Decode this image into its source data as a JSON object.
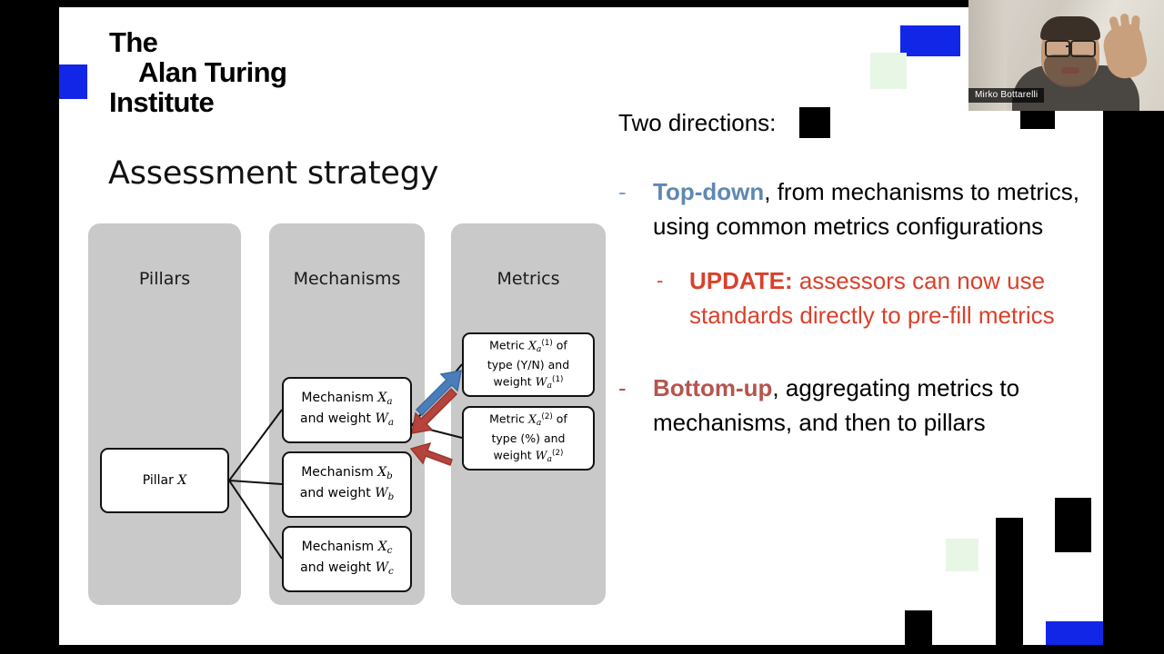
{
  "slide": {
    "logo": {
      "line1": "The",
      "line2": "Alan Turing",
      "line3": "Institute"
    },
    "title": "Assessment strategy",
    "diagram": {
      "columns": [
        {
          "label": "Pillars"
        },
        {
          "label": "Mechanisms"
        },
        {
          "label": "Metrics"
        }
      ],
      "pillar": {
        "label": "Pillar X"
      },
      "mechanisms": [
        {
          "line1_prefix": "Mechanism ",
          "var": "X",
          "sub": "a",
          "line2_prefix": "and weight ",
          "wvar": "W",
          "wsub": "a"
        },
        {
          "line1_prefix": "Mechanism ",
          "var": "X",
          "sub": "b",
          "line2_prefix": "and weight ",
          "wvar": "W",
          "wsub": "b"
        },
        {
          "line1_prefix": "Mechanism ",
          "var": "X",
          "sub": "c",
          "line2_prefix": "and weight ",
          "wvar": "W",
          "wsub": "c"
        }
      ],
      "metrics": [
        {
          "l1a": "Metric ",
          "var": "X",
          "sub": "a",
          "sup": "(1)",
          "l1b": " of",
          "l2": "type (Y/N) and",
          "l3a": "weight ",
          "wvar": "W",
          "wsub": "a",
          "wsup": "(1)"
        },
        {
          "l1a": "Metric ",
          "var": "X",
          "sub": "a",
          "sup": "(2)",
          "l1b": " of",
          "l2": "type (%) and",
          "l3a": "weight ",
          "wvar": "W",
          "wsub": "a",
          "wsup": "(2)"
        }
      ],
      "arrows": {
        "top_down_color": "#4A7EBB",
        "bottom_up_color": "#B5443C"
      }
    },
    "body": {
      "lead": "Two directions:",
      "bullets": [
        {
          "dash": "-",
          "keyword": "Top-down",
          "rest": ", from mechanisms to metrics, using common metrics configurations",
          "keyword_color": "#5f88b4"
        },
        {
          "dash": "-",
          "keyword": "UPDATE:",
          "rest": " assessors can now use standards directly to pre-fill metrics",
          "keyword_color": "#d9412b"
        },
        {
          "dash": "-",
          "keyword": "Bottom-up",
          "rest": ", aggregating metrics to mechanisms, and then to pillars",
          "keyword_color": "#b5554e"
        }
      ]
    }
  },
  "webcam": {
    "participant_name": "Mirko Bottarelli"
  },
  "colors": {
    "brand_blue": "#1226E8",
    "column_grey": "#c9c9c9",
    "frame_black": "#000000",
    "faint_green": "#e8f6e6"
  }
}
